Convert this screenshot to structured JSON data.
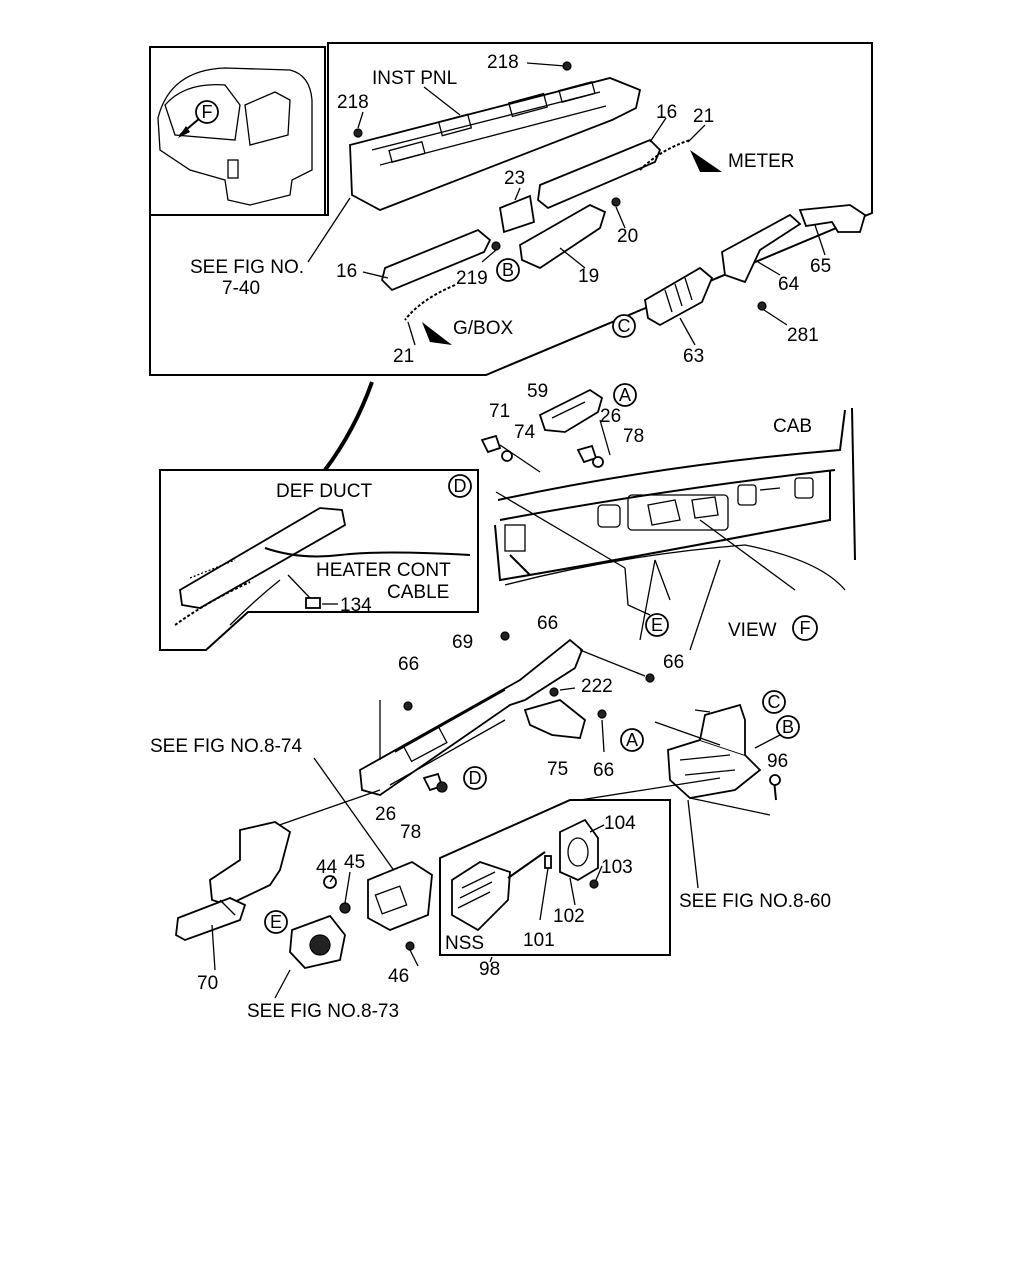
{
  "labels": {
    "inst_pnl": "INST PNL",
    "meter": "METER",
    "g_box": "G/BOX",
    "see_fig_7_40_a": "SEE FIG NO.",
    "see_fig_7_40_b": "7-40",
    "cab": "CAB",
    "view": "VIEW",
    "def_duct": "DEF DUCT",
    "heater_cont": "HEATER CONT",
    "cable": "CABLE",
    "see_fig_8_74": "SEE FIG NO.8-74",
    "see_fig_8_60": "SEE FIG NO.8-60",
    "see_fig_8_73": "SEE FIG NO.8-73",
    "nss": "NSS"
  },
  "callouts": {
    "F": "F",
    "A": "A",
    "B": "B",
    "C": "C",
    "D": "D",
    "E": "E"
  },
  "parts": {
    "p218a": "218",
    "p218b": "218",
    "p16a": "16",
    "p16b": "16",
    "p21a": "21",
    "p21b": "21",
    "p23": "23",
    "p20": "20",
    "p219": "219",
    "p19": "19",
    "p65": "65",
    "p64": "64",
    "p281": "281",
    "p63": "63",
    "p59": "59",
    "p71": "71",
    "p74": "74",
    "p26a": "26",
    "p78a": "78",
    "p134": "134",
    "p66a": "66",
    "p66b": "66",
    "p66c": "66",
    "p66d": "66",
    "p69": "69",
    "p222": "222",
    "p75": "75",
    "p96": "96",
    "p26b": "26",
    "p78b": "78",
    "p104": "104",
    "p103": "103",
    "p102": "102",
    "p101": "101",
    "p44": "44",
    "p45": "45",
    "p46": "46",
    "p70": "70",
    "p98": "98"
  }
}
